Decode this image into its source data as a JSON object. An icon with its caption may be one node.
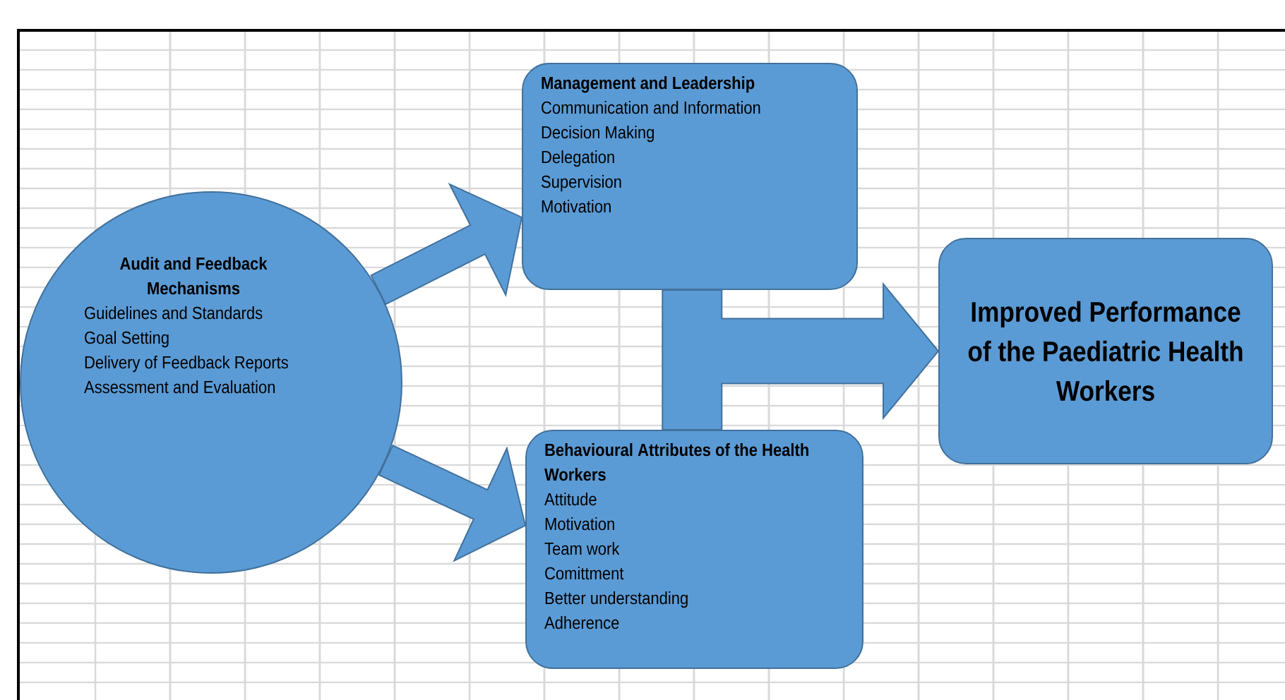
{
  "diagram": {
    "nodes": [
      {
        "text": [
          "Audit and Feedback Mechanisms",
          "Guidelines and Standards",
          "Goal Setting",
          "Delivery of Feedback Reports",
          "Assessment and Evaluation"
        ]
      },
      {
        "text": [
          "Management and Leadership",
          "Communication and Information",
          "Decision Making",
          "Delegation",
          "Supervision",
          "Motivation"
        ]
      },
      {
        "text": [
          "Behavioural Attributes of the Health Workers",
          "Attitude",
          "Motivation",
          "Team work",
          "Comittment",
          "Better understanding",
          "Adherence"
        ]
      },
      {
        "text": [
          "Improved Performance of the Paediatric Health Workers"
        ]
      }
    ],
    "edges": [
      {
        "from": 0,
        "to": 1,
        "arrow": "to"
      },
      {
        "from": 0,
        "to": 2,
        "arrow": "to"
      },
      {
        "from": 1,
        "to": 3,
        "arrow": "to"
      },
      {
        "from": 2,
        "to": 3,
        "arrow": "to"
      }
    ]
  }
}
